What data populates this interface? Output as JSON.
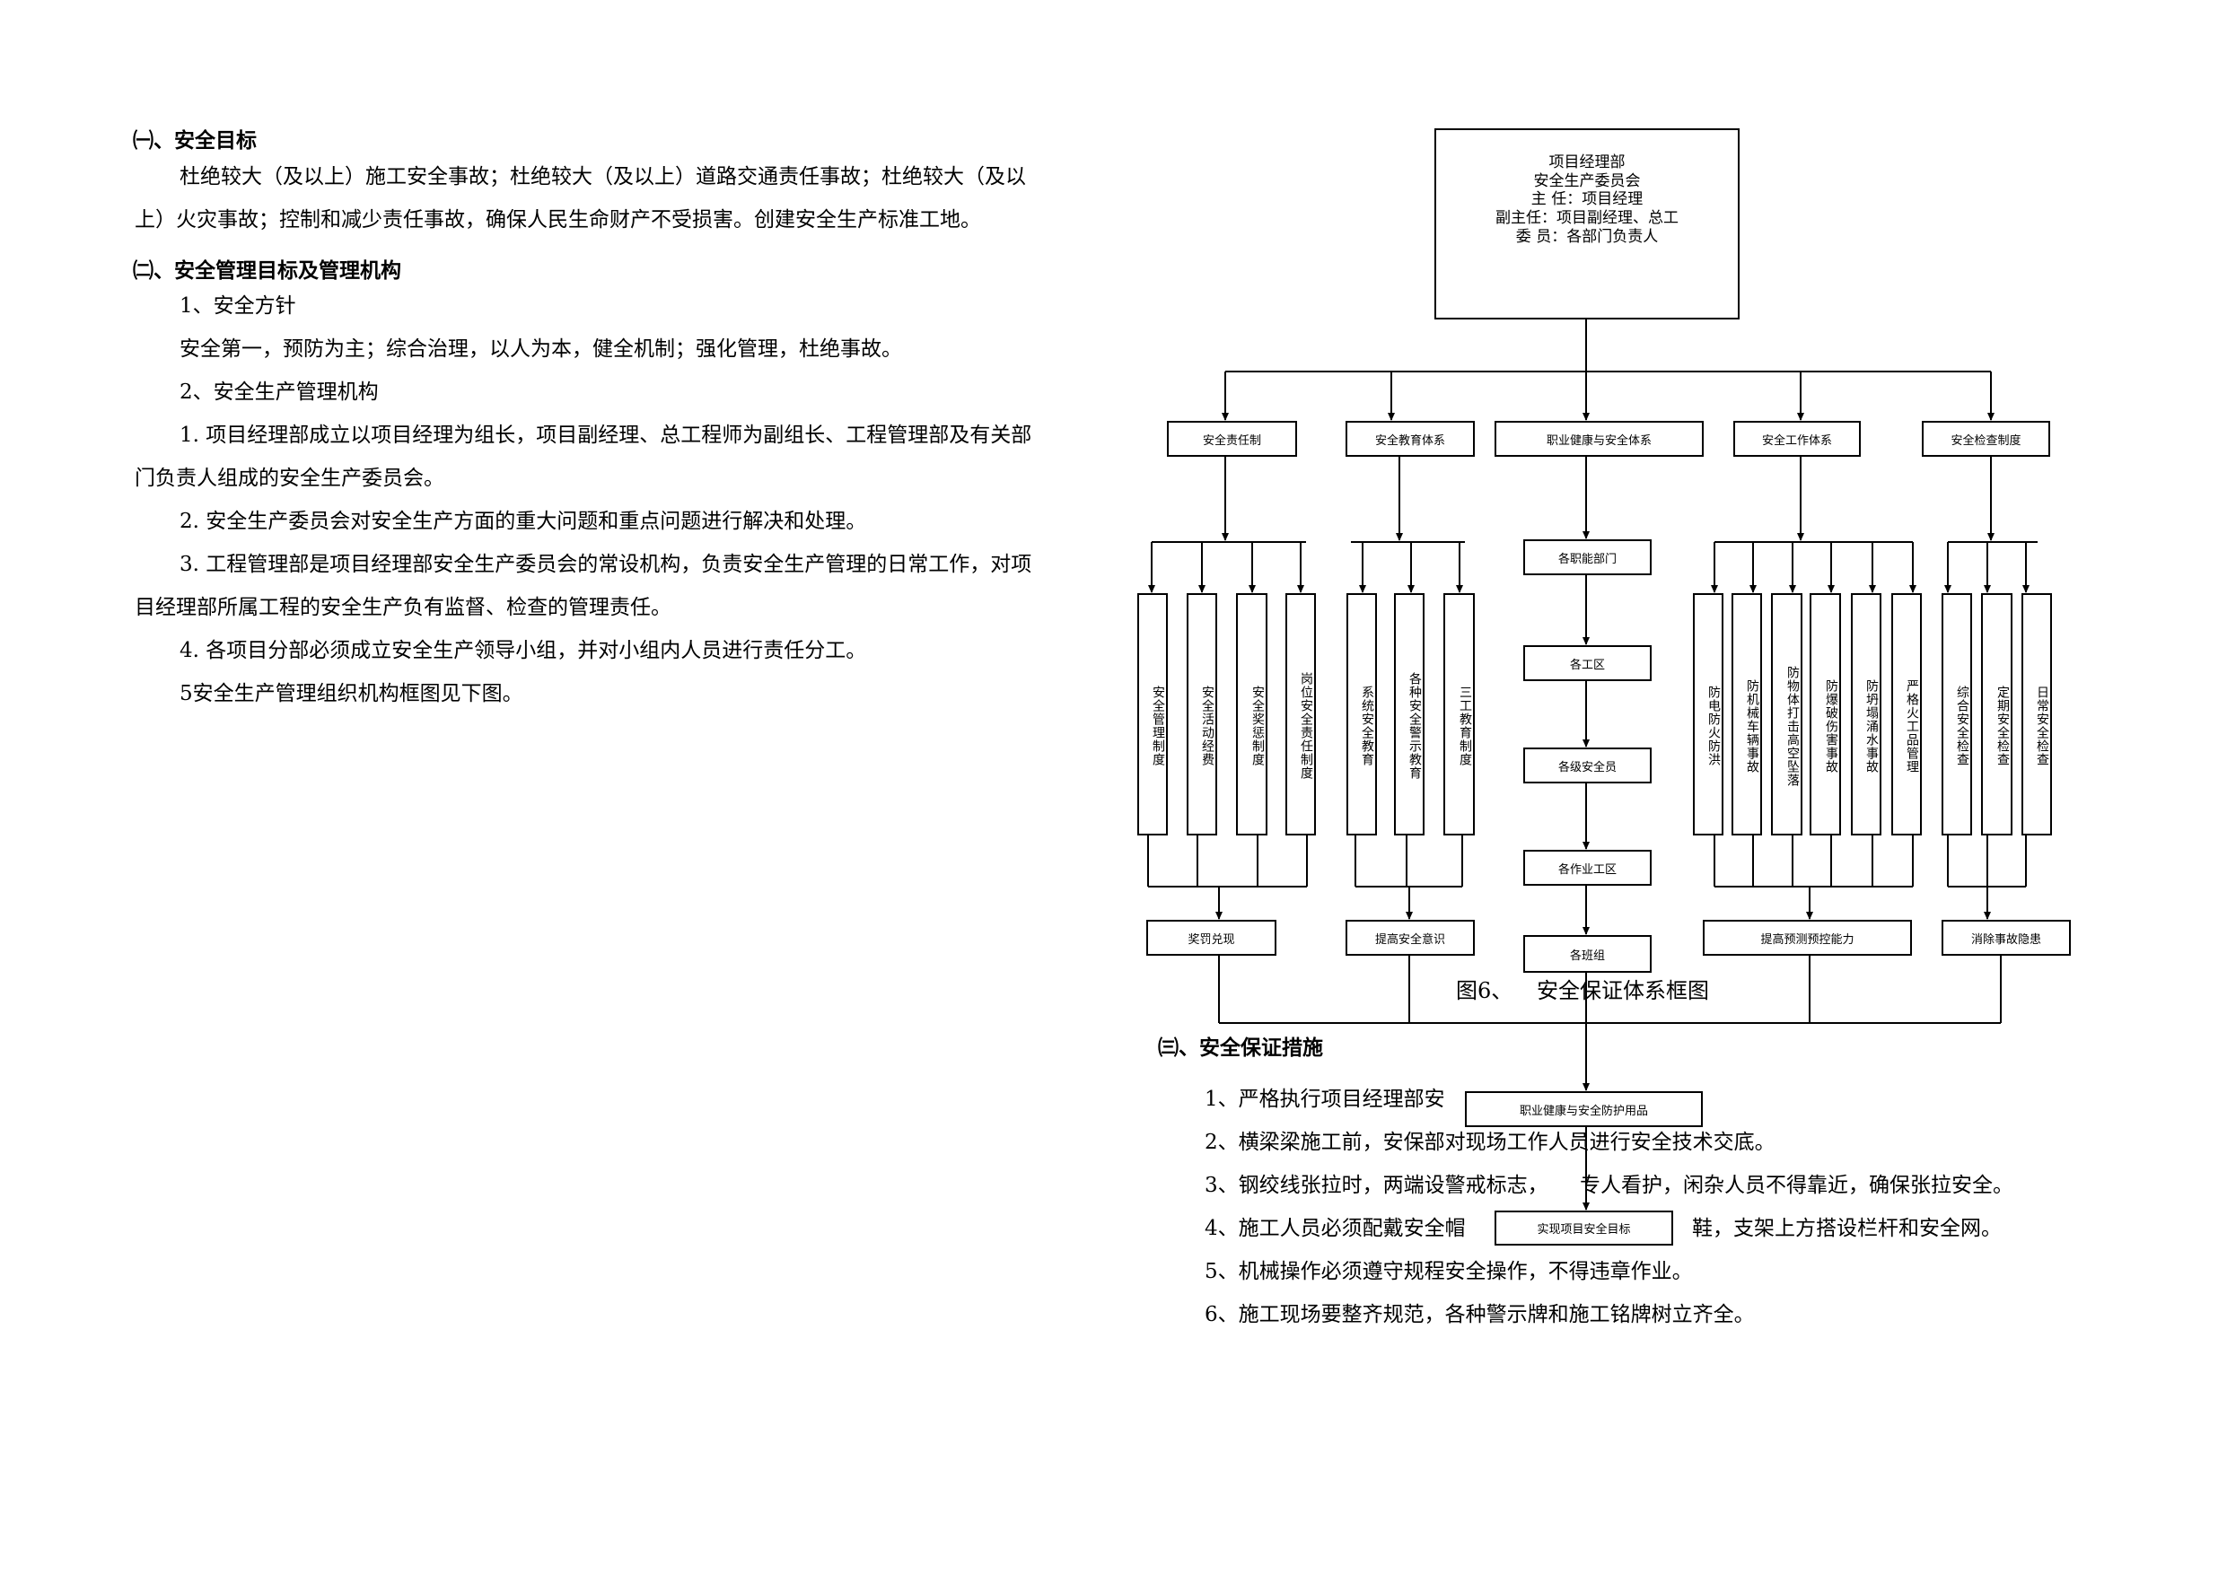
{
  "left_text": {
    "h1": "㈠、安全目标",
    "p1a": "杜绝较大（及以上）施工安全事故；杜绝较大（及以上）道路交通责任事故；杜绝较大（及以",
    "p1b": "上）火灾事故；控制和减少责任事故，确保人民生命财产不受损害。创建安全生产标准工地。",
    "h2": "㈡、安全管理目标及管理机构",
    "s1": "1、安全方针",
    "s1_text": "安全第一，预防为主；综合治理，以人为本，健全机制；强化管理，杜绝事故。",
    "s2": "2、安全生产管理机构",
    "i1a": "1. 项目经理部成立以项目经理为组长，项目副经理、总工程师为副组长、工程管理部及有关部",
    "i1b": "门负责人组成的安全生产委员会。",
    "i2": "2. 安全生产委员会对安全生产方面的重大问题和重点问题进行解决和处理。",
    "i3a": "3. 工程管理部是项目经理部安全生产委员会的常设机构，负责安全生产管理的日常工作，对项",
    "i3b": "目经理部所属工程的安全生产负有监督、检查的管理责任。",
    "i4": "4. 各项目分部必须成立安全生产领导小组，并对小组内人员进行责任分工。",
    "i5": "5安全生产管理组织机构框图见下图。"
  },
  "chart": {
    "top": {
      "l1": "项目经理部",
      "l2": "安全生产委员会",
      "l3": "主    任：项目经理",
      "l4": "副主任：项目副经理、总工",
      "l5": "委    员：各部门负责人"
    },
    "cat1": "安全责任制",
    "cat2": "安全教育体系",
    "cat3": "职业健康与安全体系",
    "cat4": "安全工作体系",
    "cat5": "安全检查制度",
    "c1": [
      "安全管理制度",
      "安全活动经费",
      "安全奖惩制度",
      "岗位安全责任制度"
    ],
    "c2": [
      "系统安全教育",
      "各种安全警示教育",
      "三工教育制度"
    ],
    "c3": [
      "各职能部门",
      "各工区",
      "各级安全员",
      "各作业工区",
      "各班组"
    ],
    "c4": [
      "防电防火防洪",
      "防机械车辆事故",
      "防物体打击高空坠落",
      "防爆破伤害事故",
      "防坍塌涌水事故",
      "严格火工品管理"
    ],
    "c5": [
      "综合安全检查",
      "定期安全检查",
      "日常安全检查"
    ],
    "r1": "奖罚兑现",
    "r2": "提高安全意识",
    "r4": "提高预测预控能力",
    "r5": "消除事故隐患",
    "bottom1": "职业健康与安全防护用品",
    "bottom2": "实现项目安全目标",
    "caption_no": "图6、",
    "caption": "安全保证体系框图"
  },
  "right_text": {
    "h3": "㈢、安全保证措施",
    "m1": "1、严格执行项目经理部安",
    "m2": "2、横梁梁施工前，安保部对现场工作人员进行安全技术交底。",
    "m3a": "3、钢绞线张拉时，两端设警戒标志，",
    "m3b": "专人看护，闲杂人员不得靠近，确保张拉安全。",
    "m4a": "4、施工人员必须配戴安全帽",
    "m4b": "鞋，支架上方搭设栏杆和安全网。",
    "m5": "5、机械操作必须遵守规程安全操作，不得违章作业。",
    "m6": "6、施工现场要整齐规范，各种警示牌和施工铭牌树立齐全。"
  }
}
